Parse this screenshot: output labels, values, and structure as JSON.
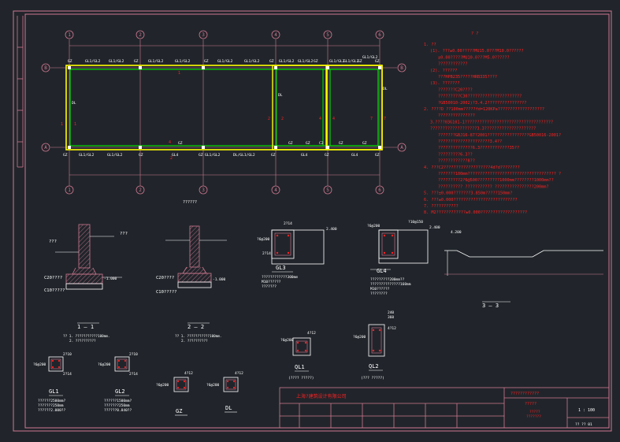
{
  "grid_top": [
    "1",
    "2",
    "3",
    "4",
    "5",
    "6"
  ],
  "grid_bottom": [
    "1",
    "2",
    "3",
    "4",
    "5",
    "6"
  ],
  "grid_left": [
    "B",
    "A"
  ],
  "grid_right": [
    "B",
    "A"
  ],
  "plan_labels_top": [
    "GZ",
    "GL1/GL2",
    "GL1/GL2",
    "GZ",
    "GL1/GL2",
    "GL1/GL2",
    "GZ",
    "GL1/GL2",
    "GL1/GL2",
    "GZ",
    "GL1/GL2",
    "GL1/GL2",
    "GZ",
    "GL1/GL2",
    "GL1/GL2",
    "GZ",
    "GL1/GL2",
    "GZ"
  ],
  "plan_labels_bottom": [
    "GZ",
    "GL1/GL2",
    "GL1/GL2",
    "GZ",
    "GL4",
    "GZ",
    "GL1/GL2",
    "DL/GL1/GL2",
    "GZ",
    "GL4",
    "GZ",
    "GL4",
    "GZ"
  ],
  "plan_labels_side": [
    "DL",
    "DL",
    "DL",
    "1",
    "1",
    "2",
    "2",
    "4",
    "4",
    "7",
    "7",
    "1",
    "4",
    "2"
  ],
  "notes": [
    "1. ??",
    "(1). ???±0.00?????MU15.0???M10.0??????",
    "±0.00?????MU10.0???M5.0??????",
    "????????????",
    "(2). ??????",
    "???HPB235?????HRB335????",
    "(3). ???????",
    "???????C20????",
    "?????????C30??????????????????????",
    "?GB50010-2002)?3.4.2????????????????",
    "2. ????D ??100mm?????fd=120KPa???????????????????",
    "???????????????",
    "3.????03G101-1????????????????????????????????????",
    "???????????????????3.3?????????????????????",
    "???????GBJ16-87?2001?????????????????GB50016-2001?",
    "?????????????????????3.4??",
    "??????????????6.3????????????35??",
    "?????????6.3??",
    "????????????8??",
    "4. ???C2???????????????????4d?d????????",
    "???????100mm???????????????????????????????????? ?",
    "?????????2?6@500?????????1000mm????????1000mm??",
    "?????????? ??????????? ????????????????200mm?",
    "5. ???±0.000???????3.850m?????150mm?",
    "6. ???±0.000??????????????????????????",
    "7. ???????????",
    "8. M2????????????±0.000???????????????????"
  ],
  "sections": {
    "s1_title": "1 — 1",
    "s1_note1": "?? 1. ???????????100mm.",
    "s1_note2": "2. ??????????",
    "s1_c20": "C20????",
    "s1_c10": "C10?????",
    "s1_dim": "-1.000",
    "s1_dim2": "???",
    "s1_dim3": "???",
    "s2_title": "2 — 2",
    "s2_note1": "?? 1. ???????????100mm.",
    "s2_note2": "2. ??????????",
    "s2_c20": "C20????",
    "s2_c10": "C10?????",
    "s2_dim": "-1.000",
    "s2_top": "??????",
    "s3_title": "3 — 3",
    "s3_elev": "4.200",
    "gl3_title": "GL3",
    "gl3_note1": "????????????300mm",
    "gl3_note2": "M10??????",
    "gl3_note3": "???????",
    "gl3_elev": "2.400",
    "gl3_bar_top": "2?14",
    "gl3_bar_bot": "2?14",
    "gl3_stir": "?6@200",
    "gl4_title": "GL4",
    "gl4_note1": "?????????200mm??",
    "gl4_note2": "??????????????160mm",
    "gl4_note3": "M10??????",
    "gl4_note4": "????????",
    "gl4_elev": "2.400",
    "gl4_bar": "?10@150",
    "gl4_stir": "?6@200",
    "gl1_title": "GL1",
    "gl1_note1": "??????2500mm?",
    "gl1_note2": "???????250mm",
    "gl1_note3": "??????2.000??",
    "gl2_title": "GL2",
    "gl2_note1": "??????1500mm?",
    "gl2_note2": "???????250mm",
    "gl2_note3": "??????0.840??",
    "gz_title": "GZ",
    "dl_title": "DL",
    "ql1_title": "QL1",
    "ql1_sub": "(???? ?????)",
    "ql2_title": "QL2",
    "ql2_sub": "(??? ?????)",
    "bar_2_10": "2?10",
    "bar_2_14": "2?14",
    "bar_4_12": "4?12",
    "stir_6_200": "?6@200",
    "dim_240": "240",
    "dim_360": "360"
  },
  "title_block": {
    "company": "上海?建筑设计有限公司",
    "project": "????????????",
    "drawing": "?????",
    "scale": "1 : 100",
    "sheet": "?? ?? 01",
    "note_a": "?????",
    "note_b": "???????"
  },
  "colors": {
    "background": "#21252b",
    "frame": "#d07890",
    "wall_yellow": "#ffff00",
    "wall_green": "#00e000",
    "text_white": "#ffffff",
    "text_red": "#ff2020",
    "hatch": "#d07890"
  }
}
